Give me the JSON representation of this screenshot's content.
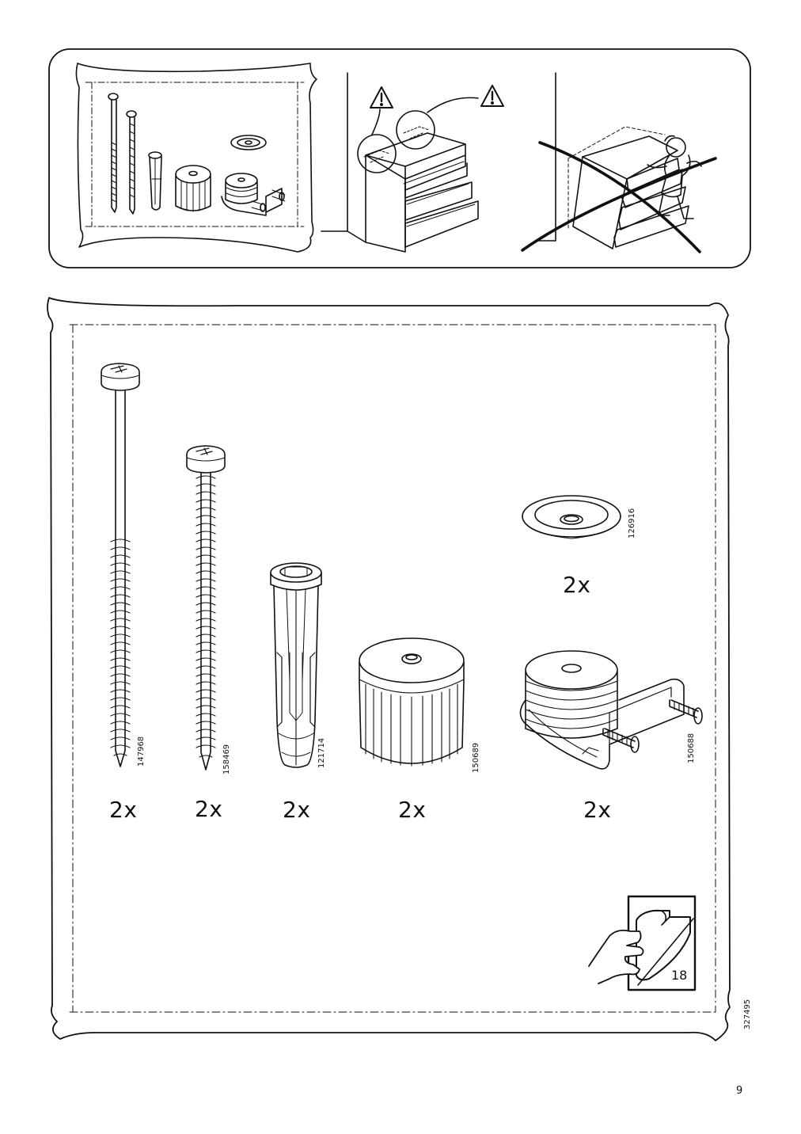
{
  "page_number": "9",
  "doc_code": "327495",
  "overview_panel": {
    "scenes": [
      "hardware-bag-thumbnail",
      "dresser-wall-warning",
      "tip-over-prohibited"
    ],
    "warning_icons": [
      "warning-triangle-icon",
      "warning-triangle-icon"
    ]
  },
  "parts": [
    {
      "name": "long-screw",
      "part_no": "147968",
      "qty": "2x"
    },
    {
      "name": "screw",
      "part_no": "158469",
      "qty": "2x"
    },
    {
      "name": "wall-plug",
      "part_no": "121714",
      "qty": "2x"
    },
    {
      "name": "knurled-cap",
      "part_no": "150689",
      "qty": "2x"
    },
    {
      "name": "washer",
      "part_no": "126916",
      "qty": "2x"
    },
    {
      "name": "anti-tip-bracket",
      "part_no": "150688",
      "qty": "2x"
    }
  ],
  "page_reference": {
    "icon": "page-turn-icon",
    "target_page": "18"
  }
}
